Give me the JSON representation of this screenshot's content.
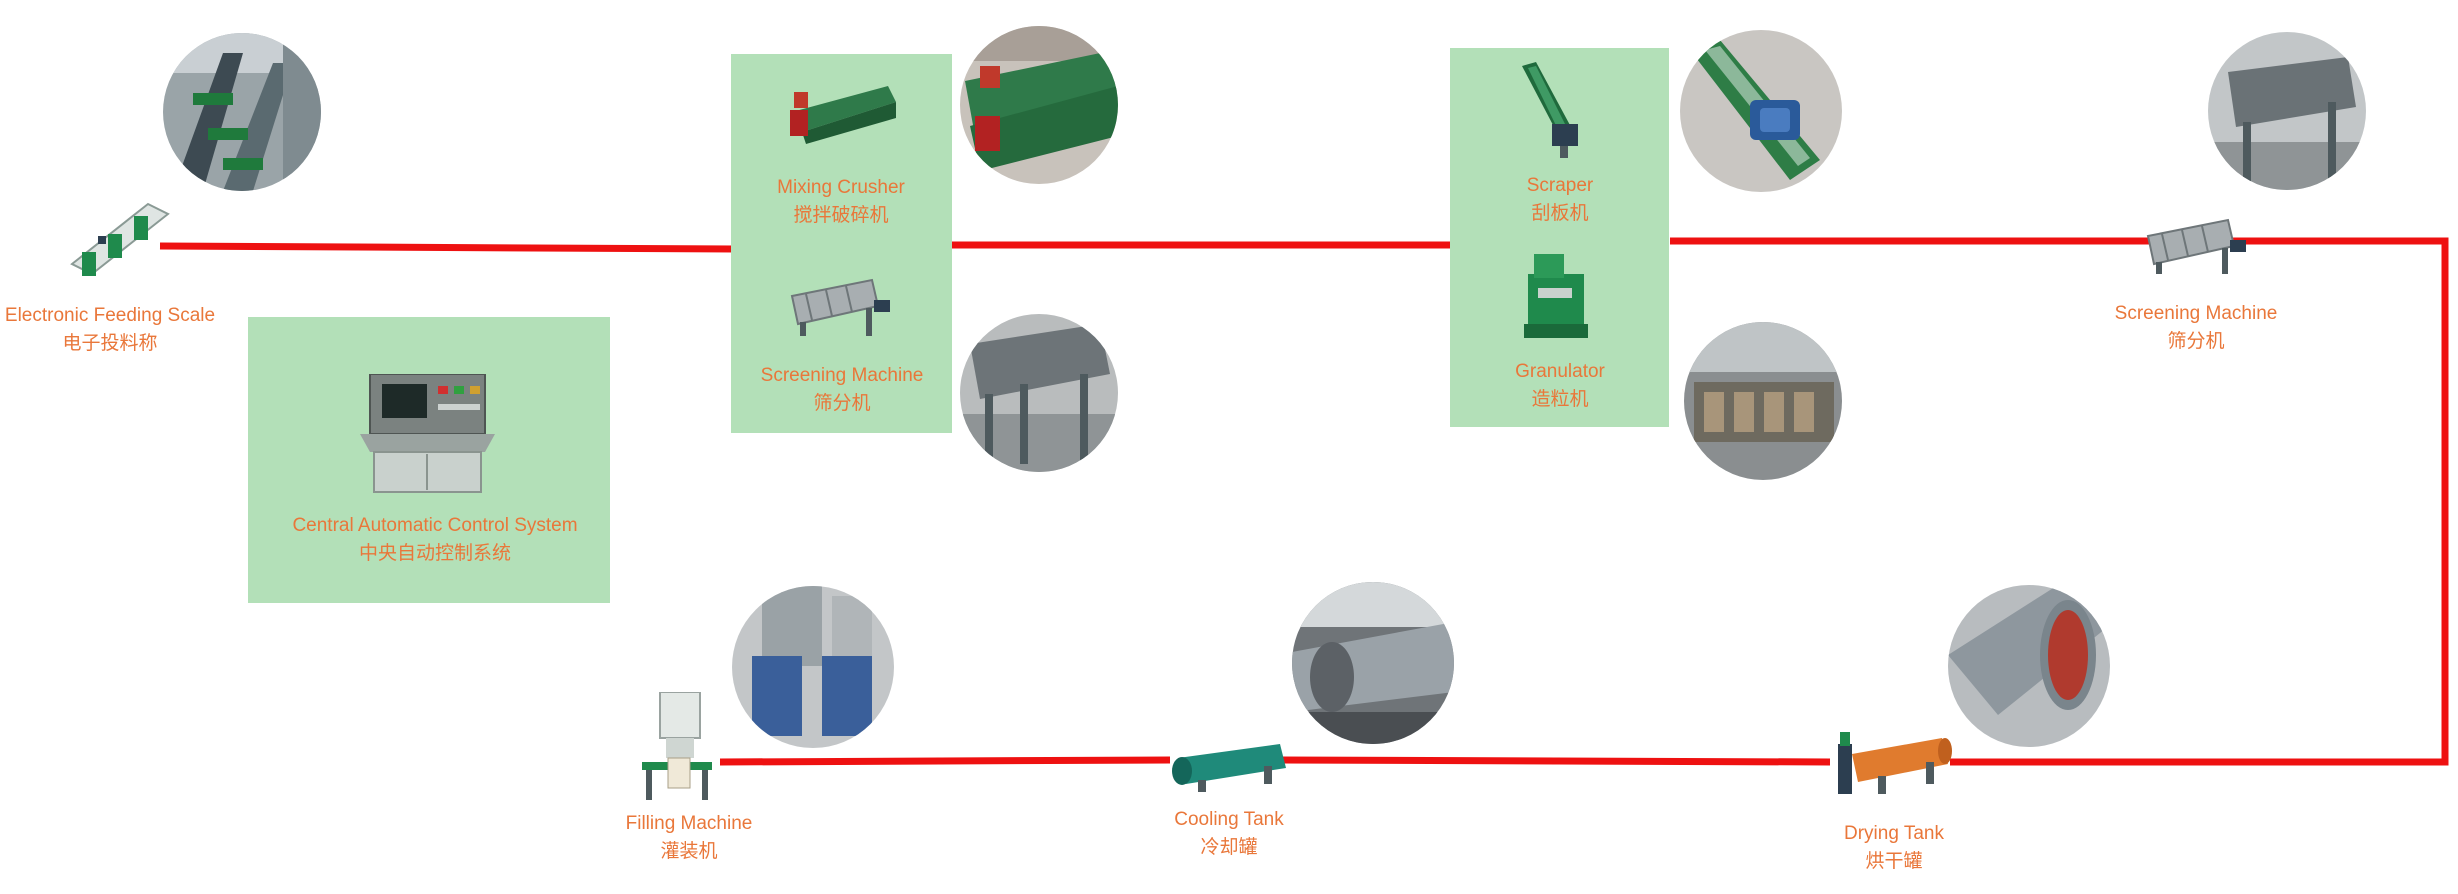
{
  "colors": {
    "flow_line": "#ee1111",
    "box_fill": "#b3e0b8",
    "label_text": "#e9773a"
  },
  "nodes": {
    "feeding_scale": {
      "en": "Electronic Feeding Scale",
      "zh": "电子投料称",
      "icon": "belt-scale-icon"
    },
    "control_system": {
      "en": "Central Automatic Control System",
      "zh": "中央自动控制系统",
      "icon": "control-panel-icon"
    },
    "mixing_crusher": {
      "en": "Mixing Crusher",
      "zh": "搅拌破碎机",
      "icon": "mixing-crusher-icon"
    },
    "screening_1": {
      "en": "Screening Machine",
      "zh": "筛分机",
      "icon": "rotary-screen-icon"
    },
    "scraper": {
      "en": "Scraper",
      "zh": "刮板机",
      "icon": "scraper-conveyor-icon"
    },
    "granulator": {
      "en": "Granulator",
      "zh": "造粒机",
      "icon": "granulator-icon"
    },
    "screening_2": {
      "en": "Screening Machine",
      "zh": "筛分机",
      "icon": "rotary-screen-icon"
    },
    "drying_tank": {
      "en": "Drying Tank",
      "zh": "烘干罐",
      "icon": "drying-drum-icon"
    },
    "cooling_tank": {
      "en": "Cooling Tank",
      "zh": "冷却罐",
      "icon": "cooling-drum-icon"
    },
    "filling_machine": {
      "en": "Filling Machine",
      "zh": "灌装机",
      "icon": "bagging-machine-icon"
    }
  }
}
